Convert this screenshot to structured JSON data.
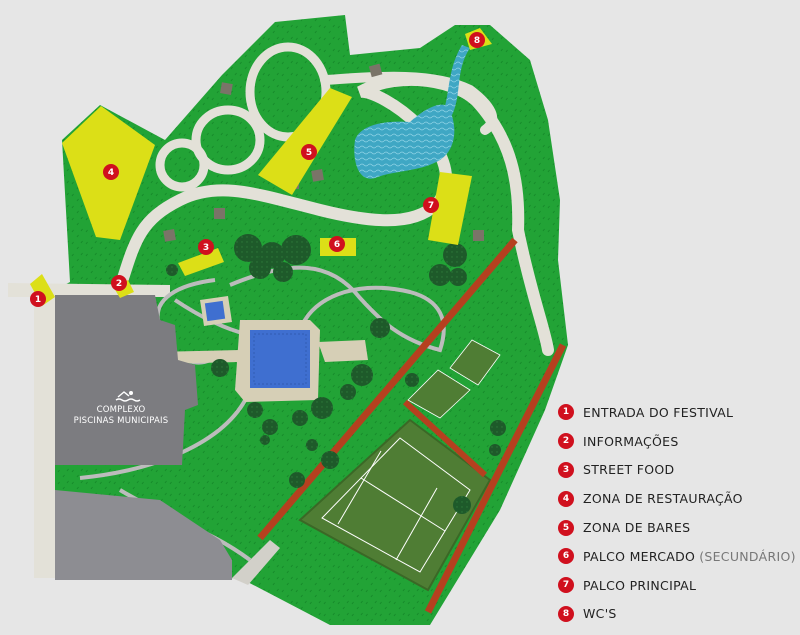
{
  "colors": {
    "park": "#22a336",
    "path": "#e3e1d8",
    "building": "#7c7c80",
    "zone": "#dcdf17",
    "marker": "#d0101e",
    "water": "#3fa7c4",
    "court": "#4f7d34",
    "track": "#b5401f"
  },
  "pool_building": {
    "line1": "COMPLEXO",
    "line2": "PISCINAS MUNICIPAIS",
    "icon": "swimmer-icon"
  },
  "markers": [
    {
      "num": "1"
    },
    {
      "num": "2"
    },
    {
      "num": "3"
    },
    {
      "num": "4"
    },
    {
      "num": "5"
    },
    {
      "num": "6"
    },
    {
      "num": "7"
    },
    {
      "num": "8"
    }
  ],
  "legend": [
    {
      "num": "1",
      "label": "ENTRADA DO FESTIVAL",
      "sub": ""
    },
    {
      "num": "2",
      "label": "INFORMAÇÕES",
      "sub": ""
    },
    {
      "num": "3",
      "label": "STREET FOOD",
      "sub": ""
    },
    {
      "num": "4",
      "label": "ZONA DE RESTAURAÇÃO",
      "sub": ""
    },
    {
      "num": "5",
      "label": "ZONA DE BARES",
      "sub": ""
    },
    {
      "num": "6",
      "label": "PALCO MERCADO",
      "sub": "(SECUNDÁRIO)"
    },
    {
      "num": "7",
      "label": "PALCO PRINCIPAL",
      "sub": ""
    },
    {
      "num": "8",
      "label": "WC'S",
      "sub": ""
    }
  ]
}
